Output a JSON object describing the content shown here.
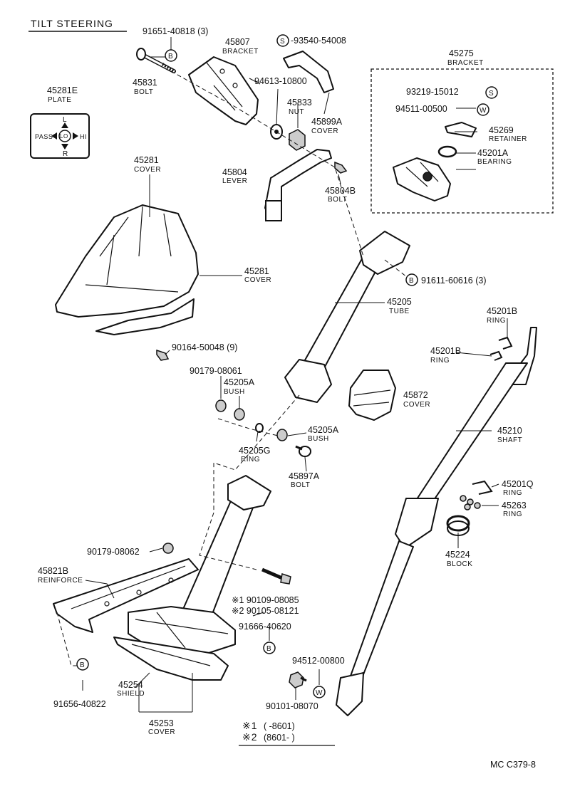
{
  "title": "TILT STEERING",
  "plate_labels": {
    "top": "L",
    "bottom": "R",
    "left": "PASS",
    "center": "LO",
    "right": "HI"
  },
  "symbols": {
    "b": "B",
    "s": "S",
    "w": "W"
  },
  "parts": [
    {
      "key": "p91651",
      "number": "91651-40818 (3)",
      "name": ""
    },
    {
      "key": "p45807",
      "number": "45807",
      "name": "BRACKET"
    },
    {
      "key": "p93540",
      "number": "-93540-54008",
      "name": ""
    },
    {
      "key": "p45275",
      "number": "45275",
      "name": "BRACKET"
    },
    {
      "key": "p45281E",
      "number": "45281E",
      "name": "PLATE"
    },
    {
      "key": "p45831",
      "number": "45831",
      "name": "BOLT"
    },
    {
      "key": "p94613",
      "number": "94613-10800",
      "name": ""
    },
    {
      "key": "p45833",
      "number": "45833",
      "name": "NUT"
    },
    {
      "key": "p45899A",
      "number": "45899A",
      "name": "COVER"
    },
    {
      "key": "p93219",
      "number": "93219-15012",
      "name": ""
    },
    {
      "key": "p94511",
      "number": "94511-00500",
      "name": ""
    },
    {
      "key": "p45269",
      "number": "45269",
      "name": "RETAINER"
    },
    {
      "key": "p45201A",
      "number": "45201A",
      "name": "BEARING"
    },
    {
      "key": "p45281top",
      "number": "45281",
      "name": "COVER"
    },
    {
      "key": "p45804",
      "number": "45804",
      "name": "LEVER"
    },
    {
      "key": "p45804B",
      "number": "45804B",
      "name": "BOLT"
    },
    {
      "key": "p45281mid",
      "number": "45281",
      "name": "COVER"
    },
    {
      "key": "p91611",
      "number": "91611-60616 (3)",
      "name": ""
    },
    {
      "key": "p45205",
      "number": "45205",
      "name": "TUBE"
    },
    {
      "key": "p45201Btop",
      "number": "45201B",
      "name": "RING"
    },
    {
      "key": "p45201Bbot",
      "number": "45201B",
      "name": "RING"
    },
    {
      "key": "p90164",
      "number": "90164-50048 (9)",
      "name": ""
    },
    {
      "key": "p90179a",
      "number": "90179-08061",
      "name": ""
    },
    {
      "key": "p45205Atop",
      "number": "45205A",
      "name": "BUSH"
    },
    {
      "key": "p45872",
      "number": "45872",
      "name": "COVER"
    },
    {
      "key": "p45205Abot",
      "number": "45205A",
      "name": "BUSH"
    },
    {
      "key": "p45210",
      "number": "45210",
      "name": "SHAFT"
    },
    {
      "key": "p45205G",
      "number": "45205G",
      "name": "RING"
    },
    {
      "key": "p45897A",
      "number": "45897A",
      "name": "BOLT"
    },
    {
      "key": "p45201Q",
      "number": "45201Q",
      "name": "RING"
    },
    {
      "key": "p45263",
      "number": "45263",
      "name": "RING"
    },
    {
      "key": "p90179b",
      "number": "90179-08062",
      "name": ""
    },
    {
      "key": "p45224",
      "number": "45224",
      "name": "BLOCK"
    },
    {
      "key": "p45821B",
      "number": "45821B",
      "name": "REINFORCE"
    },
    {
      "key": "p90109",
      "number": "※1 90109-08085",
      "name": ""
    },
    {
      "key": "p90105",
      "number": "※2 90105-08121",
      "name": ""
    },
    {
      "key": "p91666",
      "number": "91666-40620",
      "name": ""
    },
    {
      "key": "p45254",
      "number": "45254",
      "name": "SHIELD"
    },
    {
      "key": "p94512",
      "number": "94512-00800",
      "name": ""
    },
    {
      "key": "p91656",
      "number": "91656-40822",
      "name": ""
    },
    {
      "key": "p90101",
      "number": "90101-08070",
      "name": ""
    },
    {
      "key": "p45253",
      "number": "45253",
      "name": "COVER"
    }
  ],
  "notes": [
    {
      "mark": "※1",
      "range": "(      -8601)"
    },
    {
      "mark": "※2",
      "range": "(8601-      )"
    }
  ],
  "figure_code": "MC  C379-8"
}
